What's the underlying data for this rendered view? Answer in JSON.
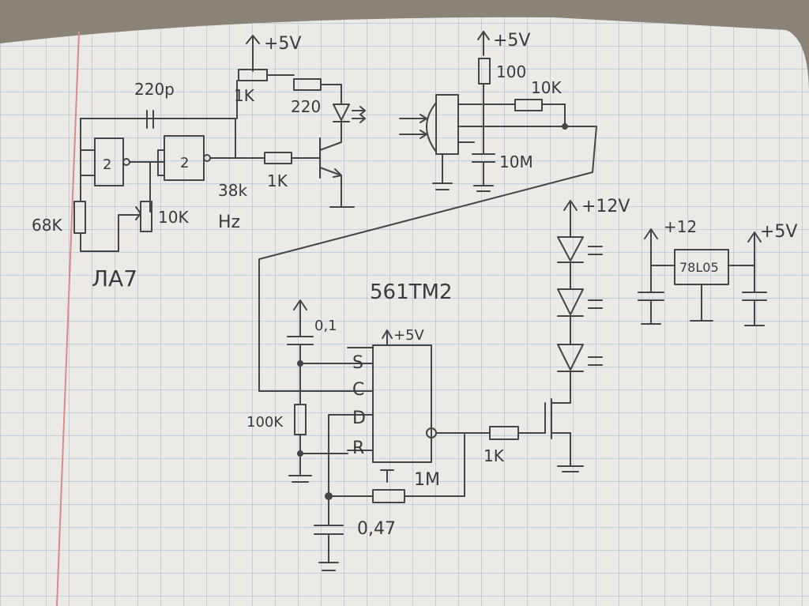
{
  "colors": {
    "paper": "#eceae6",
    "grid": "#9fb0c4",
    "margin": "#d98a8a",
    "ink": "#454545",
    "background": "#8a8478"
  },
  "labels": {
    "cap_220p": "220p",
    "supply_5v_a": "+5V",
    "pot_1k": "1K",
    "res_220": "220",
    "supply_5v_b": "+5V",
    "res_100": "100",
    "res_10k_top": "10K",
    "gate1": "2",
    "gate2": "2",
    "res_38k": "38k",
    "hz": "Hz",
    "res_1k_base": "1K",
    "cap_10m": "10M",
    "res_68k": "68K",
    "pot_10k": "10K",
    "chip_la7": "ЛА7",
    "supply_12v": "+12V",
    "reg_in_12": "+12",
    "reg_out_5v": "+5V",
    "regulator": "78L05",
    "chip_561tm2": "561TM2",
    "cap_0_1": "0,1",
    "supply_5v_ff": "+5V",
    "pin_s": "S",
    "pin_c": "C",
    "pin_d": "D",
    "pin_r": "R",
    "res_100k": "100K",
    "res_1k_gate": "1K",
    "res_1m": "1M",
    "cap_0_47": "0,47"
  }
}
